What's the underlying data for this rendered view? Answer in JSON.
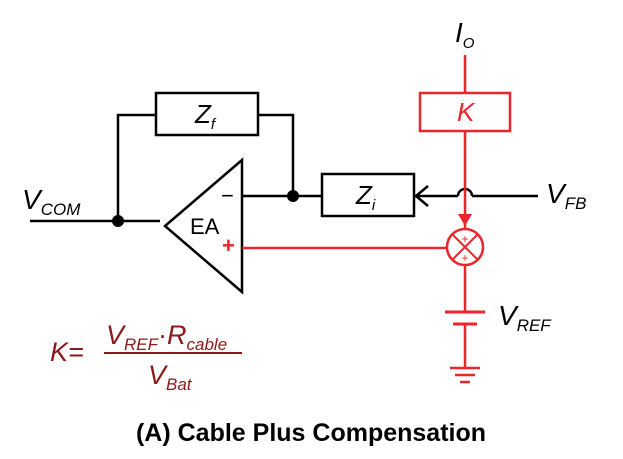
{
  "labels": {
    "io_main": "I",
    "io_sub": "O",
    "k_block": "K",
    "zf_main": "Z",
    "zf_sub": "f",
    "zi_main": "Z",
    "zi_sub": "i",
    "vcom_main": "V",
    "vcom_sub": "COM",
    "vfb_main": "V",
    "vfb_sub": "FB",
    "vref_main": "V",
    "vref_sub": "REF",
    "ea": "EA",
    "minus": "−",
    "plus": "+",
    "sum_plus_top": "+",
    "sum_plus_bottom": "+"
  },
  "formula": {
    "lhs": "K=",
    "num_v": "V",
    "num_v_sub": "REF",
    "dot": "·",
    "num_r": "R",
    "num_r_sub": "cable",
    "den_v": "V",
    "den_v_sub": "Bat"
  },
  "caption": "(A) Cable Plus Compensation",
  "colors": {
    "wire": "#000000",
    "highlight": "#e8262c",
    "formula": "#8b1a1a"
  }
}
